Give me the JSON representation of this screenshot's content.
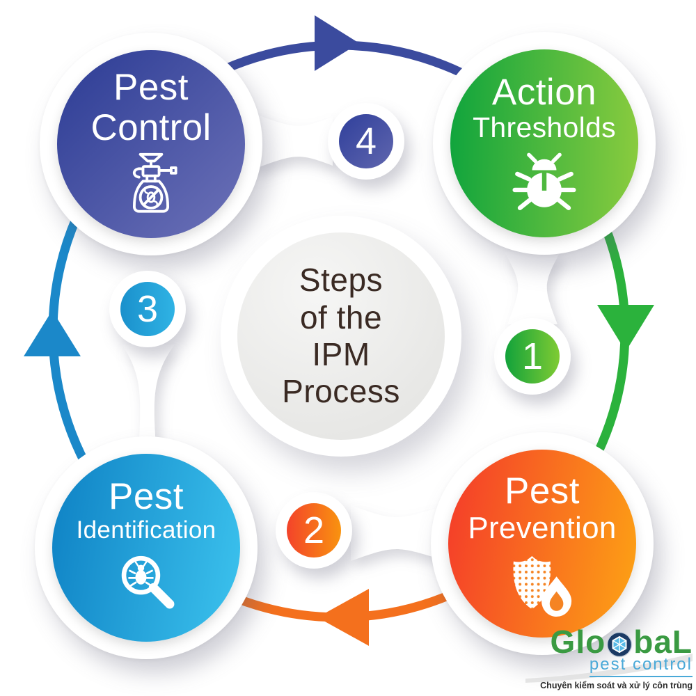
{
  "title": {
    "lines": [
      "Steps",
      "of the",
      "IPM",
      "Process"
    ],
    "text_color": "#3a2a23"
  },
  "palette": {
    "circle_text_color": "#ffffff",
    "center_circle_fill": "#e9e9e7",
    "background": "#ffffff"
  },
  "steps": [
    {
      "number": "1",
      "title_line1": "Action",
      "title_line2": "Thresholds",
      "icon": "bug-icon",
      "position": "top-right",
      "gradient": {
        "start": "#0fa43d",
        "end": "#8bcc3e"
      },
      "badge": {
        "start": "#12a23b",
        "end": "#7fcb33"
      }
    },
    {
      "number": "2",
      "title_line1": "Pest",
      "title_line2": "Prevention",
      "icon": "shield-flame-icon",
      "position": "bottom-right",
      "gradient": {
        "start": "#f43a2a",
        "end": "#fda414"
      },
      "badge": {
        "start": "#f3432a",
        "end": "#f9930f"
      }
    },
    {
      "number": "3",
      "title_line1": "Pest",
      "title_line2": "Identification",
      "icon": "magnifier-bug-icon",
      "position": "bottom-left",
      "gradient": {
        "start": "#0e81c4",
        "end": "#3cc3ee"
      },
      "badge": {
        "start": "#1a90cc",
        "end": "#2fb3e4"
      }
    },
    {
      "number": "4",
      "title_line1": "Pest",
      "title_line2": "Control",
      "icon": "sprayer-no-pest-icon",
      "position": "top-left",
      "gradient": {
        "start": "#2b3b94",
        "end": "#6d72b8"
      },
      "badge": {
        "start": "#2f3f9b",
        "end": "#6066ae"
      }
    }
  ],
  "ring": {
    "direction": "clockwise",
    "segments": [
      {
        "name": "top",
        "color": "#3b4b9e",
        "arrow": "right"
      },
      {
        "name": "right",
        "color": "#2bb23c",
        "arrow": "down"
      },
      {
        "name": "bottom",
        "color": "#f4701d",
        "arrow": "left"
      },
      {
        "name": "left",
        "color": "#1b88c9",
        "arrow": "up"
      }
    ]
  },
  "logo": {
    "brand_prefix": "Glo",
    "brand_suffix": "baL",
    "globe_icon": "globe-icon",
    "subtitle": "pest control",
    "tagline": "Chuyên kiểm soát và xử lý côn trùng",
    "brand_color": "#3a9a42",
    "subtitle_color": "#4aa9d8",
    "globe_color": "#1b3a64"
  }
}
